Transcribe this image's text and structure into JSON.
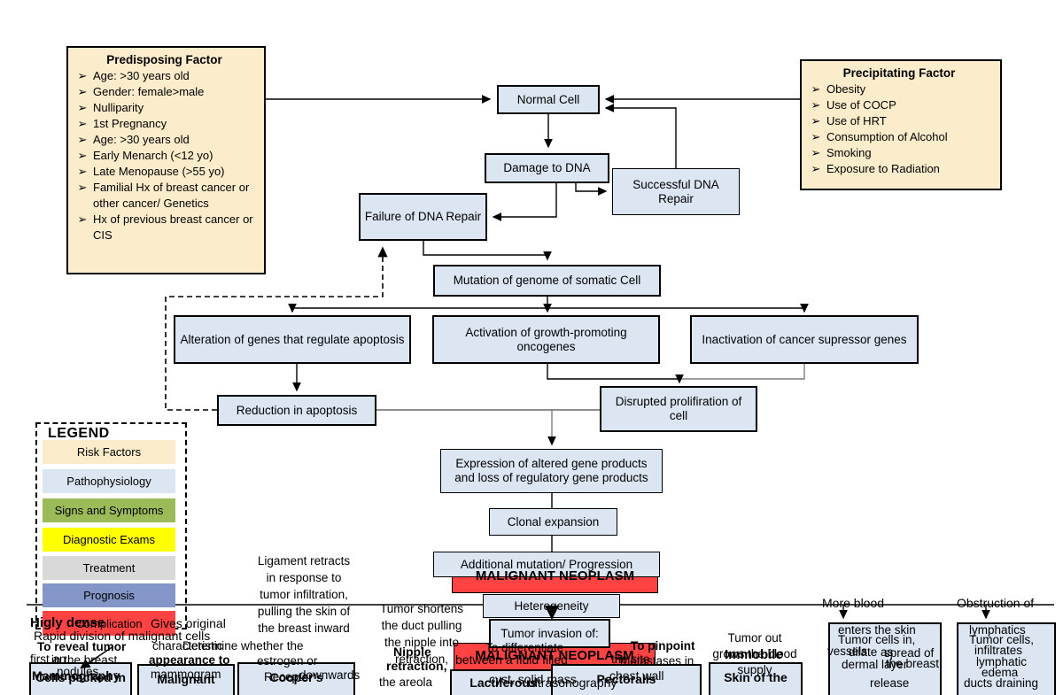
{
  "bullet": "➢",
  "predisposing": {
    "title": "Predisposing Factor",
    "items": [
      "Age: >30 years old",
      "Gender: female>male",
      "Nulliparity",
      "1st Pregnancy",
      "Age: >30 years old",
      "Early Menarch (<12 yo)",
      "Late Menopause (>55 yo)",
      "Familial Hx of breast cancer or other cancer/ Genetics",
      "Hx of previous breast cancer or CIS"
    ]
  },
  "precipitating": {
    "title": "Precipitating Factor",
    "items": [
      "Obesity",
      "Use of COCP",
      "Use of HRT",
      "Consumption of Alcohol",
      "Smoking",
      "Exposure to Radiation"
    ]
  },
  "flow": {
    "normal_cell": "Normal Cell",
    "damage": "Damage to DNA",
    "successful": "Successful DNA Repair",
    "failure": "Failure of DNA Repair",
    "mutation": "Mutation of genome of somatic Cell",
    "alteration": "Alteration of genes that regulate apoptosis",
    "activation": "Activation of growth-promoting oncogenes",
    "inactivation": "Inactivation of cancer supressor genes",
    "reduction": "Reduction in apoptosis",
    "disrupted": "Disrupted prolifiration of cell",
    "expression": "Expression of altered gene products and loss of regulatory gene products",
    "clonal": "Clonal expansion",
    "additional": "Additional mutation/ Progression",
    "malignant_neoplasm_1": "MALIGNANT NEOPLASM",
    "heterogeneity": "Heterogeneity",
    "invasion": "Tumor invasion of:",
    "malignant_neoplasm_2": "MALIGNANT NEOPLASM"
  },
  "legend": {
    "title": "LEGEND",
    "items": [
      {
        "label": "Risk Factors",
        "color": "#fbeccb"
      },
      {
        "label": "Pathophysiology",
        "color": "#dbe6f2"
      },
      {
        "label": "Signs and Symptoms",
        "color": "#9bbb59"
      },
      {
        "label": "Diagnostic Exams",
        "color": "#ffff00"
      },
      {
        "label": "Treatment",
        "color": "#d9d9d9"
      },
      {
        "label": "Prognosis",
        "color": "#8496c8"
      },
      {
        "label": "Complication",
        "color": "#ff4343"
      }
    ]
  },
  "notes": {
    "ligament": "Ligament retracts in response to tumor infiltration, pulling the skin of the breast inward",
    "duct": "Tumor shortens the duct pulling the nipple into retraction,",
    "tumor_out": "Tumor out grows the blood supply",
    "more_blood": "More blood",
    "obstruction": "Obstruction of"
  },
  "bottom_boxes": {
    "cells_packed": "Cells packed in",
    "malignant": "Malignant",
    "coopers": "Cooper's",
    "lactiferous": "Lactiferous",
    "pectoralis": "Pectoralis",
    "skin_of_the": "Skin of the"
  },
  "fragments": [
    {
      "text": "Higly dense"
    },
    {
      "text": "Rapid division of malignant cells"
    },
    {
      "text": "To reveal tumor"
    },
    {
      "text": "first an"
    },
    {
      "text": "in the breast"
    },
    {
      "text": "nodules"
    },
    {
      "text": "Mammography"
    },
    {
      "text": "Gives original"
    },
    {
      "text": "characteristic"
    },
    {
      "text": "appearance to"
    },
    {
      "text": "mammogram"
    },
    {
      "text": "Determine whether the"
    },
    {
      "text": "estrogen or"
    },
    {
      "text": "Receptor"
    },
    {
      "text": "downwards"
    },
    {
      "text": "Nipple"
    },
    {
      "text": "retraction,"
    },
    {
      "text": "the areola"
    },
    {
      "text": "To differentiate"
    },
    {
      "text": "between a fluid filled"
    },
    {
      "text": "cyst, solid mass"
    },
    {
      "text": "ultrasonography"
    },
    {
      "text": "To pinpoint"
    },
    {
      "text": "the site"
    },
    {
      "text": "metastases in"
    },
    {
      "text": "chest wall"
    },
    {
      "text": "Immobile"
    },
    {
      "text": "enters the skin"
    },
    {
      "text": "Tumor cells in,"
    },
    {
      "text": "vessels"
    },
    {
      "text": "dilate as"
    },
    {
      "text": "spread of"
    },
    {
      "text": "the breast"
    },
    {
      "text": "dermal layer"
    },
    {
      "text": "release"
    },
    {
      "text": "lymphatics"
    },
    {
      "text": "Tumor cells,"
    },
    {
      "text": "infiltrates"
    },
    {
      "text": "lymphatic"
    },
    {
      "text": "edema"
    },
    {
      "text": "ducts draining"
    },
    {
      "text": "MALIGNANT NEOPLASM"
    },
    {
      "text": "MALIGNANT NEOPLASM"
    }
  ]
}
